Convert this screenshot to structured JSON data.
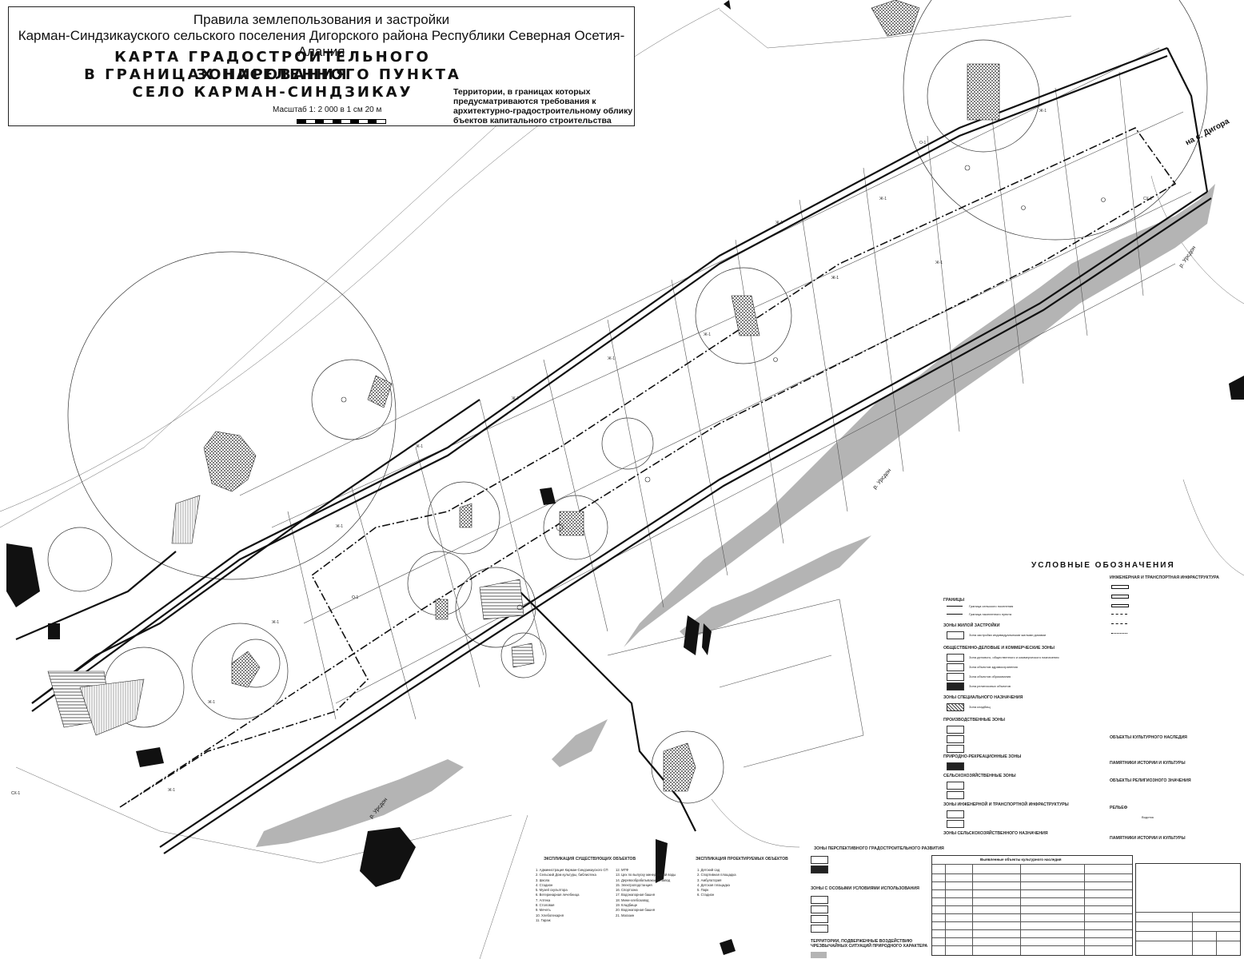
{
  "header": {
    "line1": "Правила землепользования и застройки",
    "line2": "Карман-Синдзикауского сельского поселения Дигорского района Республики Северная Осетия-Алания",
    "map_title_1": "КАРТА ГРАДОСТРОИТЕЛЬНОГО ЗОНИРОВАНИЯ",
    "map_title_2": "В ГРАНИЦАХ НАСЕЛЕННОГО ПУНКТА",
    "map_title_3": "СЕЛО КАРМАН-СИНДЗИКАУ",
    "scale": "Масштаб 1: 2 000 в 1 см 20 м",
    "arch_note": "Территории, в границах которых предусматриваются требования к архитектурно-градостроительному облику бъектов капитального строительства"
  },
  "map_labels": {
    "road_ne": "на с. Дигора",
    "river_1": "р. Урсдон",
    "river_2": "р. Урсдон",
    "river_3": "р. Урсдон",
    "zone_zh1": "Ж-1",
    "zone_od1": "О-1",
    "zone_sh1": "СХ-1"
  },
  "legend": {
    "title": "УСЛОВНЫЕ ОБОЗНАЧЕНИЯ",
    "sections": {
      "borders": "ГРАНИЦЫ",
      "residential": "ЗОНЫ ЖИЛОЙ ЗАСТРОЙКИ",
      "public": "ОБЩЕСТВЕННО-ДЕЛОВЫЕ И КОММЕРЧЕСКИЕ ЗОНЫ",
      "special": "ЗОНЫ СПЕЦИАЛЬНОГО НАЗНАЧЕНИЯ",
      "production": "ПРОИЗВОДСТВЕННЫЕ ЗОНЫ",
      "recreation": "ПРИРОДНО-РЕКРЕАЦИОННЫЕ ЗОНЫ",
      "agri": "СЕЛЬСКОХОЗЯЙСТВЕННЫЕ ЗОНЫ",
      "engineering": "ЗОНЫ ИНЖЕНЕРНОЙ И ТРАНСПОРТНОЙ ИНФРАСТРУКТУРЫ",
      "agri_use": "ЗОНЫ СЕЛЬСКОХОЗЯЙСТВЕННОГО НАЗНАЧЕНИЯ",
      "infra": "ИНЖЕНЕРНАЯ И ТРАНСПОРТНАЯ ИНФРАСТРУКТУРА",
      "heritage": "ОБЪЕКТЫ КУЛЬТУРНОГО НАСЛЕДИЯ",
      "monuments": "ПАМЯТНИКИ ИСТОРИИ И КУЛЬТУРЫ",
      "religious": "ОБЪЕКТЫ РЕЛИГИОЗНОГО ЗНАЧЕНИЯ",
      "relief": "РЕЛЬЕФ",
      "monuments2": "ПАМЯТНИКИ ИСТОРИИ И КУЛЬТУРЫ",
      "perspective": "ЗОНЫ ПЕРСПЕКТИВНОГО ГРАДОСТРОИТЕЛЬНОГО РАЗВИТИЯ",
      "special_cond": "ЗОНЫ С ОСОБЫМИ УСЛОВИЯМИ ИСПОЛЬЗОВАНИЯ",
      "hazard": "ТЕРРИТОРИИ, ПОДВЕРЖЕННЫЕ ВОЗДЕЙСТВИЮ ЧРЕЗВЫЧАЙНЫХ СИТУАЦИЙ ПРИРОДНОГО ХАРАКТЕРА"
    },
    "items": {
      "border_settlement": "Граница сельского поселения",
      "border_locality": "Граница населенного пункта",
      "zh1": "Зона застройки индивидуальными жилыми домами",
      "od": "Зона делового, общественного и коммерческого назначения",
      "o1": "Зона объектов здравоохранения",
      "o2": "Зона объектов образования",
      "o3": "Зона религиозных объектов",
      "special1": "Зона кладбищ",
      "river": "Водоток"
    }
  },
  "explication": {
    "existing_title": "ЭКСПЛИКАЦИЯ СУЩЕСТВУЮЩИХ ОБЪЕКТОВ",
    "existing_items": [
      "1.  Администрация Карман-Синдзикауского СП",
      "2.  Сельский Дом культуры, библиотека",
      "3.  Школа",
      "4.  Стадион",
      "5.  Музей скульптора",
      "6.  Ветеринарная лечебница",
      "7.  Аптека",
      "8.  Столовая",
      "9.  Мечеть",
      "10. Хлебопекарня",
      "11. Гараж"
    ],
    "existing_items_b": [
      "12. МТФ",
      "13. Цех по выпуску минеральной воды",
      "14. Деревообрабатывающий завод",
      "15. Электроподстанция",
      "16. Спортзона",
      "17. Водонапорная башня",
      "18. Мини-хлебозавод",
      "19. Кладбище",
      "20. Водонапорная башня",
      "21. Магазин"
    ],
    "project_title": "ЭКСПЛИКАЦИЯ ПРОЕКТИРУЕМЫХ ОБЪЕКТОВ",
    "project_items": [
      "1.  Детский сад",
      "2.  Спортивная площадка",
      "3.  Амбулатория",
      "4.  Детская площадка",
      "5.  Парк",
      "6.  Стадион"
    ]
  },
  "table": {
    "title": "Выявленные объекты культурного наследия"
  },
  "colors": {
    "line": "#1a1a1a",
    "flood_gray": "#b4b4b4",
    "dark_fill": "#111111",
    "background": "#ffffff"
  }
}
